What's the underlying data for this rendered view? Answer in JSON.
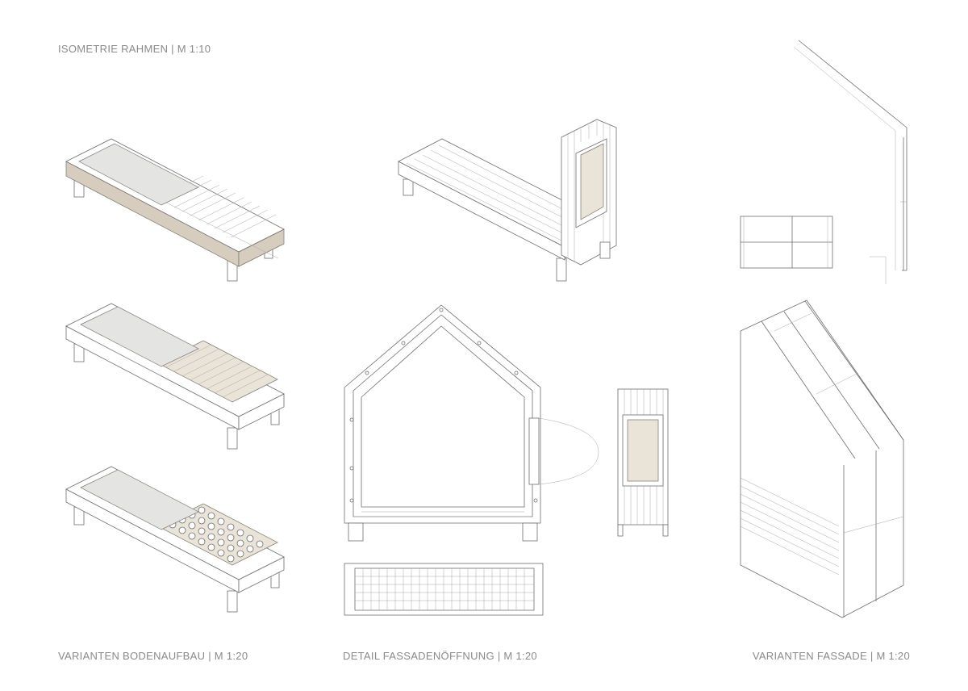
{
  "labels": {
    "isometrie_rahmen": "ISOMETRIE RAHMEN | M 1:10",
    "varianten_bodenaufbau": "VARIANTEN BODENAUFBAU | M 1:20",
    "detail_fassadenoeffnung": "DETAIL FASSADENÖFFNUNG | M 1:20",
    "varianten_fassade": "VARIANTEN FASSADE | M 1:20"
  },
  "colors": {
    "line": "#6e6e6e",
    "label": "#8a8a8a",
    "wood": "#d6cdbf",
    "panel_grey": "#e4e4e2",
    "panel_beige": "#e9e3d8",
    "background": "#ffffff"
  }
}
